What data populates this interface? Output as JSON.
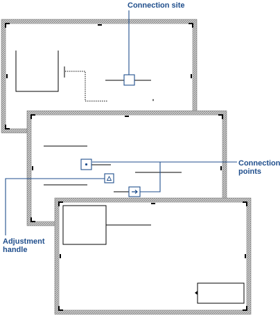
{
  "labels": {
    "connection_site": "Connection site",
    "connection_points": "Connection\npoints",
    "adjustment_handle": "Adjustment\nhandle"
  },
  "colors": {
    "callout": "#1f4e8c",
    "frame_hatch": "#9a9a9a",
    "shape_line": "#000000"
  },
  "icons": {
    "connection_point": "square-with-dot",
    "adjustment_handle": "square-with-triangle",
    "connection_site": "square-box"
  }
}
